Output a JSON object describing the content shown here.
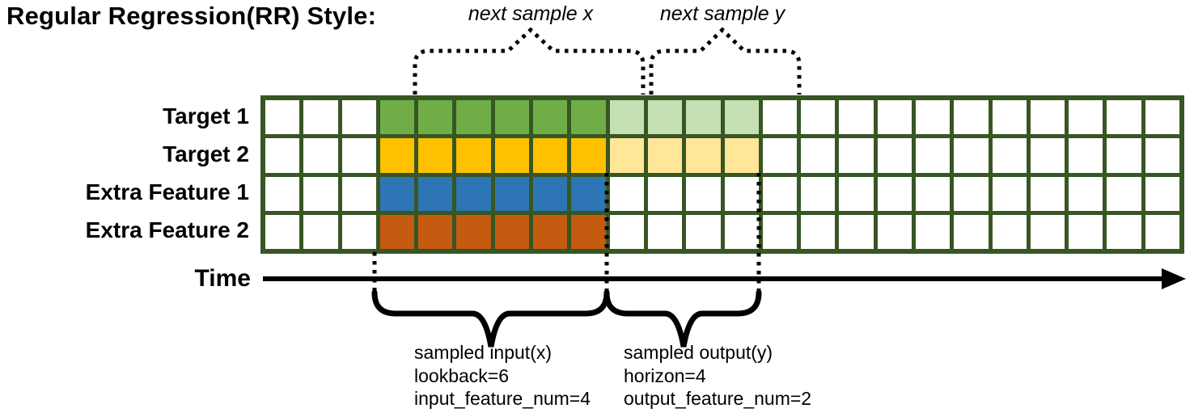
{
  "title": "Regular Regression(RR) Style:",
  "colors": {
    "grid_border": "#375623",
    "empty_cell": "#ffffff",
    "target1_input": "#70AD47",
    "target1_output": "#C5E0B4",
    "target2_input": "#FFC000",
    "target2_output": "#FFE699",
    "extra1_input": "#2E75B6",
    "extra2_input": "#C55A11",
    "annotation": "#000000"
  },
  "chart_data": {
    "type": "heatmap",
    "description": "Sliding-window sampling diagram for regular regression time series",
    "total_columns": 24,
    "input_start_column": 3,
    "rows": [
      {
        "label": "Target 1",
        "input_color": "#70AD47",
        "input_count": 6,
        "output_color": "#C5E0B4",
        "output_count": 4
      },
      {
        "label": "Target 2",
        "input_color": "#FFC000",
        "input_count": 6,
        "output_color": "#FFE699",
        "output_count": 4
      },
      {
        "label": "Extra Feature 1",
        "input_color": "#2E75B6",
        "input_count": 6,
        "output_color": null,
        "output_count": 0
      },
      {
        "label": "Extra Feature 2",
        "input_color": "#C55A11",
        "input_count": 6,
        "output_color": null,
        "output_count": 0
      }
    ],
    "lookback": 6,
    "horizon": 4,
    "input_feature_num": 4,
    "output_feature_num": 2
  },
  "annotations": {
    "next_sample_x": "next sample x",
    "next_sample_y": "next sample y",
    "time_label": "Time",
    "input_block": {
      "line1": "sampled input(x)",
      "line2": "lookback=6",
      "line3": "input_feature_num=4"
    },
    "output_block": {
      "line1": "sampled output(y)",
      "line2": "horizon=4",
      "line3": "output_feature_num=2"
    }
  }
}
